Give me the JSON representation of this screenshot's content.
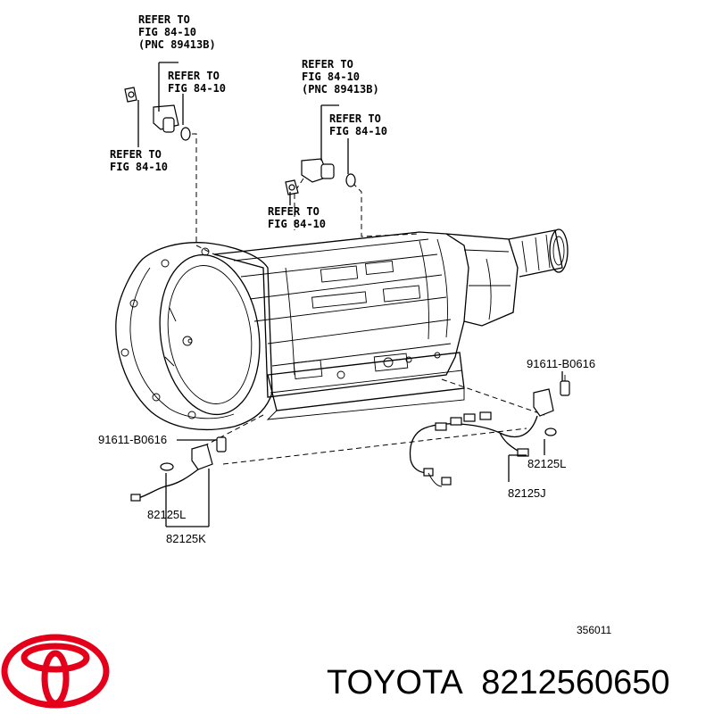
{
  "callouts": {
    "refer_a": [
      "REFER TO",
      "FIG 84-10",
      "(PNC 89413B)"
    ],
    "refer_b": [
      "REFER TO",
      "FIG 84-10"
    ],
    "refer_c": [
      "REFER TO",
      "FIG 84-10"
    ],
    "refer_d": [
      "REFER TO",
      "FIG 84-10",
      "(PNC 89413B)"
    ],
    "refer_e": [
      "REFER TO",
      "FIG 84-10"
    ],
    "refer_f": [
      "REFER TO",
      "FIG 84-10"
    ]
  },
  "parts": {
    "bolt_right": "91611-B0616",
    "bolt_left": "91611-B0616",
    "sensor_right": "82125L",
    "harness_right": "82125J",
    "sensor_left": "82125L",
    "harness_left": "82125K"
  },
  "figure_id": "356011",
  "brand": {
    "name": "TOYOTA",
    "part_number": "8212560650",
    "logo_color": "#e4001b"
  }
}
